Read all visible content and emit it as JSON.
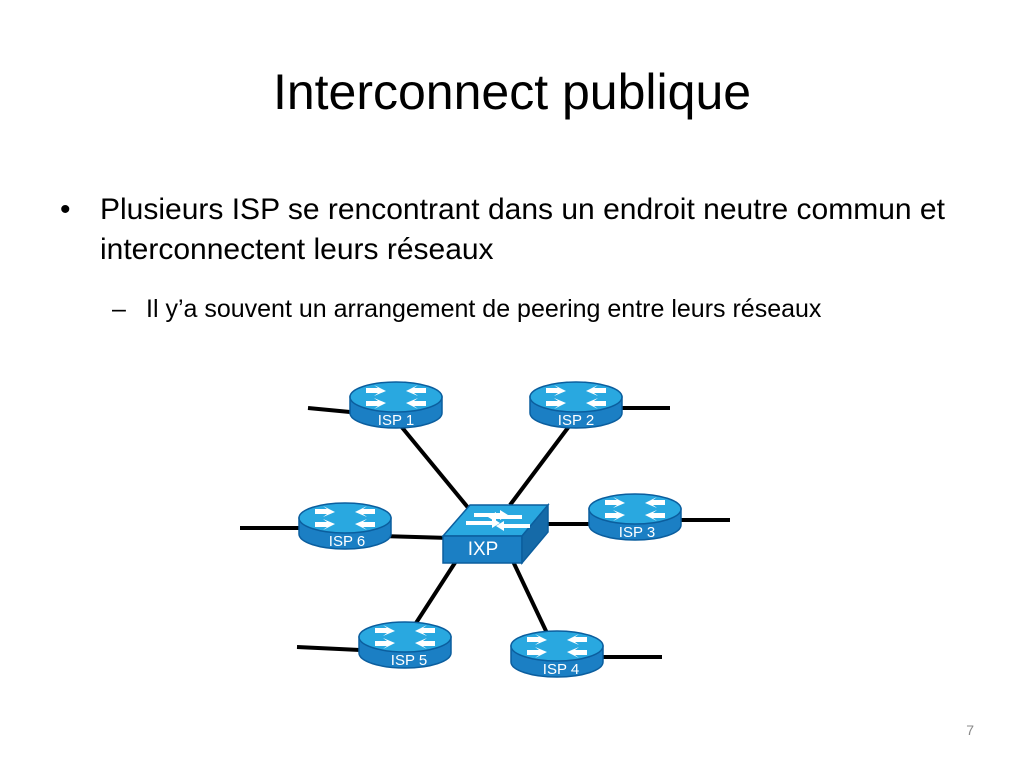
{
  "slide": {
    "title": "Interconnect publique",
    "page_number": "7"
  },
  "bullets": [
    {
      "marker": "•",
      "text": "Plusieurs ISP se rencontrant dans un endroit neutre commun et interconnectent leurs réseaux",
      "sub": [
        {
          "marker": "–",
          "text": "Il y’a souvent un arrangement de peering entre leurs réseaux"
        }
      ]
    }
  ],
  "diagram": {
    "hub": {
      "id": "ixp",
      "label": "IXP",
      "icon": "switch-icon"
    },
    "routers": [
      {
        "id": "isp1",
        "label": "ISP 1",
        "icon": "router-icon"
      },
      {
        "id": "isp2",
        "label": "ISP 2",
        "icon": "router-icon"
      },
      {
        "id": "isp3",
        "label": "ISP 3",
        "icon": "router-icon"
      },
      {
        "id": "isp4",
        "label": "ISP 4",
        "icon": "router-icon"
      },
      {
        "id": "isp5",
        "label": "ISP 5",
        "icon": "router-icon"
      },
      {
        "id": "isp6",
        "label": "ISP 6",
        "icon": "router-icon"
      }
    ],
    "colors": {
      "device_top": "#29a8e0",
      "device_side": "#1b7fc4",
      "device_outline": "#0b5e9e",
      "arrow": "#ffffff",
      "link": "#000000"
    }
  }
}
